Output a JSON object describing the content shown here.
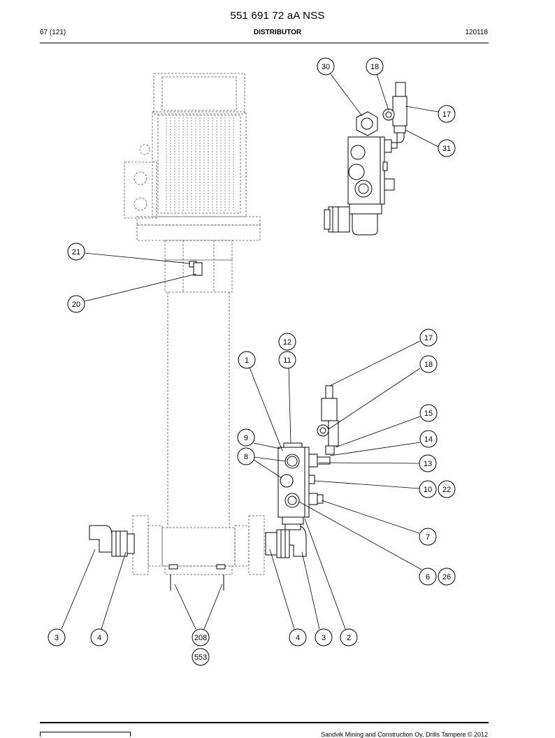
{
  "document": {
    "title": "551 691 72 aA NSS",
    "page": "67 (121)",
    "section": "DISTRIBUTOR",
    "code": "120118",
    "footer": "Sandvik Mining and Construction Oy, Drills Tampere © 2012"
  },
  "callouts": [
    {
      "id": "c30",
      "label": "30"
    },
    {
      "id": "c18a",
      "label": "18"
    },
    {
      "id": "c17a",
      "label": "17"
    },
    {
      "id": "c31",
      "label": "31"
    },
    {
      "id": "c21",
      "label": "21"
    },
    {
      "id": "c20",
      "label": "20"
    },
    {
      "id": "c12",
      "label": "12"
    },
    {
      "id": "c11",
      "label": "11"
    },
    {
      "id": "c1",
      "label": "1"
    },
    {
      "id": "c17b",
      "label": "17"
    },
    {
      "id": "c18b",
      "label": "18"
    },
    {
      "id": "c15",
      "label": "15"
    },
    {
      "id": "c14",
      "label": "14"
    },
    {
      "id": "c9",
      "label": "9"
    },
    {
      "id": "c8",
      "label": "8"
    },
    {
      "id": "c13",
      "label": "13"
    },
    {
      "id": "c10",
      "label": "10"
    },
    {
      "id": "c22",
      "label": "22"
    },
    {
      "id": "c7",
      "label": "7"
    },
    {
      "id": "c6",
      "label": "6"
    },
    {
      "id": "c26",
      "label": "26"
    },
    {
      "id": "c3a",
      "label": "3"
    },
    {
      "id": "c4a",
      "label": "4"
    },
    {
      "id": "c208",
      "label": "208"
    },
    {
      "id": "c553",
      "label": "553"
    },
    {
      "id": "c4b",
      "label": "4"
    },
    {
      "id": "c3b",
      "label": "3"
    },
    {
      "id": "c2",
      "label": "2"
    }
  ]
}
